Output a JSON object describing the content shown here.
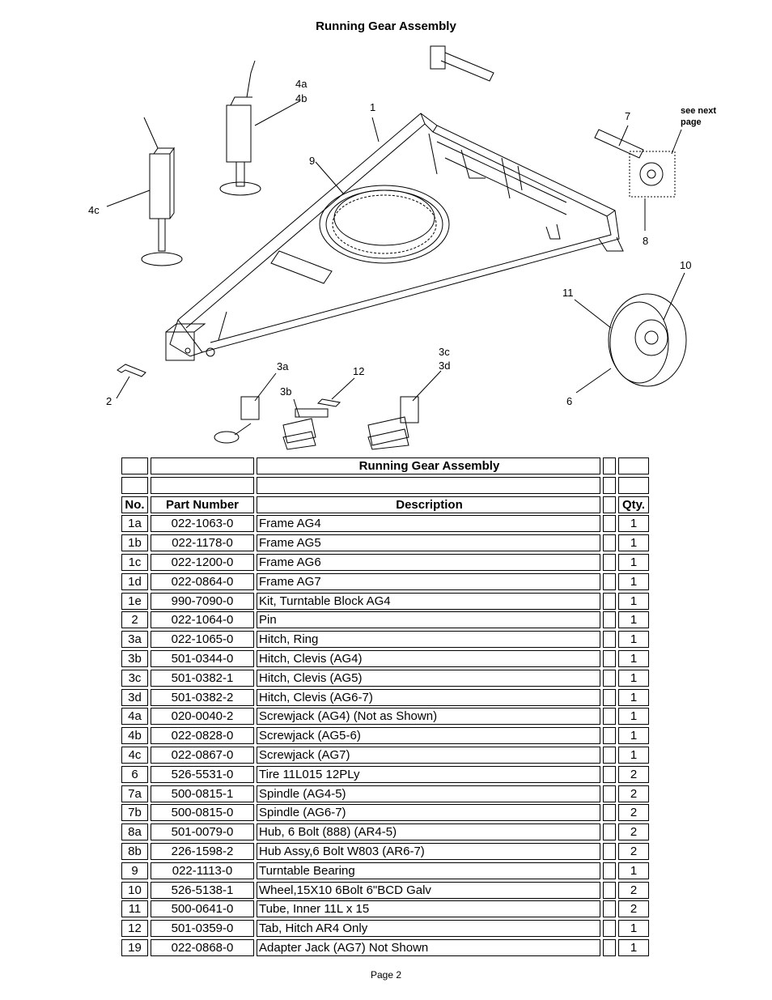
{
  "title": "Running Gear Assembly",
  "diagram": {
    "callouts": {
      "c1": "1",
      "c2": "2",
      "c3a": "3a",
      "c3b": "3b",
      "c3c": "3c",
      "c3d": "3d",
      "c4a": "4a",
      "c4b": "4b",
      "c4c": "4c",
      "c6": "6",
      "c7": "7",
      "c8": "8",
      "c9": "9",
      "c10": "10",
      "c11": "11",
      "c12": "12",
      "see_next_line1": "see next",
      "see_next_line2": "page"
    }
  },
  "table": {
    "title": "Running Gear Assembly",
    "headers": {
      "no": "No.",
      "part_number": "Part Number",
      "description": "Description",
      "qty": "Qty."
    },
    "rows": [
      {
        "no": "1a",
        "part": "022-1063-0",
        "desc": "Frame AG4",
        "qty": "1"
      },
      {
        "no": "1b",
        "part": "022-1178-0",
        "desc": "Frame AG5",
        "qty": "1"
      },
      {
        "no": "1c",
        "part": "022-1200-0",
        "desc": "Frame AG6",
        "qty": "1"
      },
      {
        "no": "1d",
        "part": "022-0864-0",
        "desc": "Frame AG7",
        "qty": "1"
      },
      {
        "no": "1e",
        "part": "990-7090-0",
        "desc": "Kit, Turntable Block AG4",
        "qty": "1"
      },
      {
        "no": "2",
        "part": "022-1064-0",
        "desc": "Pin",
        "qty": "1"
      },
      {
        "no": "3a",
        "part": "022-1065-0",
        "desc": "Hitch, Ring",
        "qty": "1"
      },
      {
        "no": "3b",
        "part": "501-0344-0",
        "desc": "Hitch, Clevis (AG4)",
        "qty": "1"
      },
      {
        "no": "3c",
        "part": "501-0382-1",
        "desc": "Hitch, Clevis (AG5)",
        "qty": "1"
      },
      {
        "no": "3d",
        "part": "501-0382-2",
        "desc": "Hitch, Clevis (AG6-7)",
        "qty": "1"
      },
      {
        "no": "4a",
        "part": "020-0040-2",
        "desc": "Screwjack  (AG4) (Not as Shown)",
        "qty": "1"
      },
      {
        "no": "4b",
        "part": "022-0828-0",
        "desc": "Screwjack  (AG5-6)",
        "qty": "1"
      },
      {
        "no": "4c",
        "part": "022-0867-0",
        "desc": "Screwjack  (AG7)",
        "qty": "1"
      },
      {
        "no": "6",
        "part": "526-5531-0",
        "desc": "Tire 11L015  12PLy",
        "qty": "2"
      },
      {
        "no": "7a",
        "part": "500-0815-1",
        "desc": "Spindle  (AG4-5)",
        "qty": "2"
      },
      {
        "no": "7b",
        "part": "500-0815-0",
        "desc": "Spindle  (AG6-7)",
        "qty": "2"
      },
      {
        "no": "8a",
        "part": "501-0079-0",
        "desc": "Hub, 6 Bolt (888)  (AR4-5)",
        "qty": "2"
      },
      {
        "no": "8b",
        "part": "226-1598-2",
        "desc": "Hub Assy,6 Bolt W803 (AR6-7)",
        "qty": "2"
      },
      {
        "no": "9",
        "part": "022-1113-0",
        "desc": "Turntable Bearing",
        "qty": "1"
      },
      {
        "no": "10",
        "part": "526-5138-1",
        "desc": "Wheel,15X10 6Bolt 6\"BCD Galv",
        "qty": "2"
      },
      {
        "no": "11",
        "part": "500-0641-0",
        "desc": "Tube, Inner 11L x 15",
        "qty": "2"
      },
      {
        "no": "12",
        "part": "501-0359-0",
        "desc": "Tab, Hitch AR4 Only",
        "qty": "1"
      },
      {
        "no": "19",
        "part": "022-0868-0",
        "desc": "Adapter Jack  (AG7) Not Shown",
        "qty": "1"
      }
    ]
  },
  "footer": "Page 2"
}
